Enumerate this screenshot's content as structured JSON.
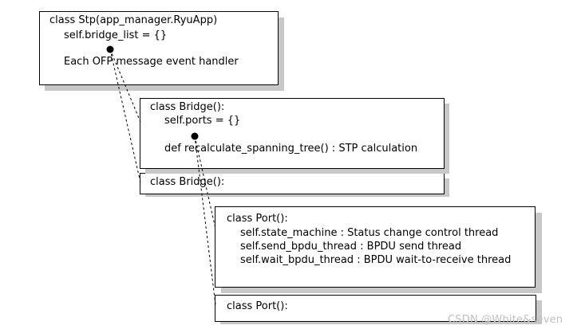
{
  "stp_box": {
    "lines": [
      "class Stp(app_manager.RyuApp)",
      "self.bridge_list = {}",
      "Each OFP message event handler"
    ]
  },
  "bridge_box_1": {
    "lines": [
      "class Bridge():",
      "self.ports = {}",
      "def recalculate_spanning_tree() : STP calculation"
    ]
  },
  "bridge_box_2": {
    "lines": [
      "class Bridge():"
    ]
  },
  "port_box_1": {
    "lines": [
      "class Port():",
      "self.state_machine : Status change control thread",
      "self.send_bpdu_thread : BPDU send thread",
      "self.wait_bpdu_thread : BPDU wait-to-receive thread"
    ]
  },
  "port_box_2": {
    "lines": [
      "class Port():"
    ]
  },
  "watermark": "CSDN @White&seven"
}
